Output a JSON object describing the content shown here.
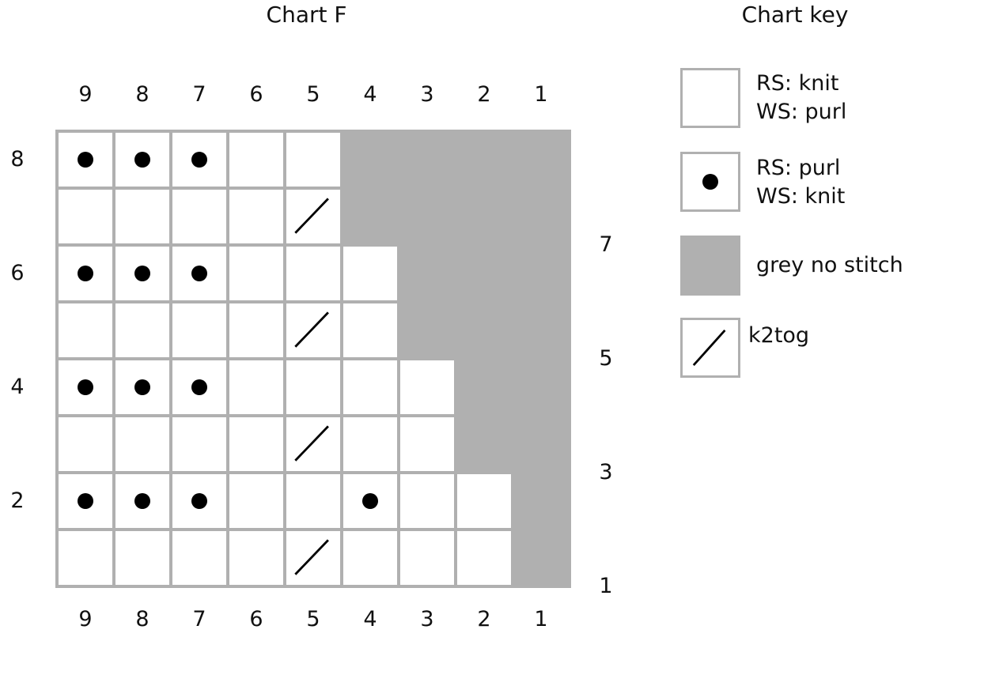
{
  "title": "Chart F",
  "key_title": "Chart key",
  "columns": [
    "9",
    "8",
    "7",
    "6",
    "5",
    "4",
    "3",
    "2",
    "1"
  ],
  "rows_left": [
    "8",
    "",
    "6",
    "",
    "4",
    "",
    "2",
    ""
  ],
  "rows_right": [
    "",
    "7",
    "",
    "5",
    "",
    "3",
    "",
    "1"
  ],
  "colors": {
    "grey": "#b0b0b0",
    "grid_line": "#b0b0b0",
    "symbol": "#000000"
  },
  "grid": [
    [
      "dot",
      "dot",
      "dot",
      "blank",
      "blank",
      "grey",
      "grey",
      "grey",
      "grey"
    ],
    [
      "blank",
      "blank",
      "blank",
      "blank",
      "k2tog",
      "grey",
      "grey",
      "grey",
      "grey"
    ],
    [
      "dot",
      "dot",
      "dot",
      "blank",
      "blank",
      "blank",
      "grey",
      "grey",
      "grey"
    ],
    [
      "blank",
      "blank",
      "blank",
      "blank",
      "k2tog",
      "blank",
      "grey",
      "grey",
      "grey"
    ],
    [
      "dot",
      "dot",
      "dot",
      "blank",
      "blank",
      "blank",
      "blank",
      "grey",
      "grey"
    ],
    [
      "blank",
      "blank",
      "blank",
      "blank",
      "k2tog",
      "blank",
      "blank",
      "grey",
      "grey"
    ],
    [
      "dot",
      "dot",
      "dot",
      "blank",
      "blank",
      "dot",
      "blank",
      "blank",
      "grey"
    ],
    [
      "blank",
      "blank",
      "blank",
      "blank",
      "k2tog",
      "blank",
      "blank",
      "blank",
      "grey"
    ]
  ],
  "key": [
    {
      "symbol": "blank",
      "line1": "RS: knit",
      "line2": "WS: purl"
    },
    {
      "symbol": "dot",
      "line1": "RS: purl",
      "line2": "WS: knit"
    },
    {
      "symbol": "grey",
      "line1": "grey no stitch",
      "line2": ""
    },
    {
      "symbol": "k2tog",
      "line1": "k2tog",
      "line2": ""
    }
  ]
}
